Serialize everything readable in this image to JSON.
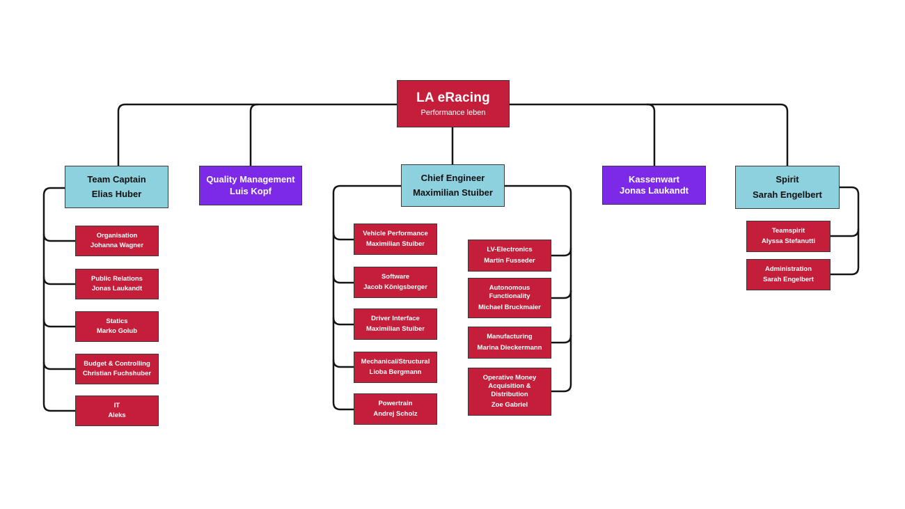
{
  "root": {
    "title": "LA eRacing",
    "subtitle": "Performance leben"
  },
  "leads": [
    {
      "role": "Team Captain",
      "name": "Elias Huber",
      "color": "blue"
    },
    {
      "role": "Quality Management",
      "name": "Luis Kopf",
      "color": "purple"
    },
    {
      "role": "Chief Engineer",
      "name": "Maximilian Stuiber",
      "color": "blue"
    },
    {
      "role": "Kassenwart",
      "name": "Jonas Laukandt",
      "color": "purple"
    },
    {
      "role": "Spirit",
      "name": "Sarah Engelbert",
      "color": "blue"
    }
  ],
  "team_captain_children": [
    {
      "role": "Organisation",
      "name": "Johanna Wagner"
    },
    {
      "role": "Public Relations",
      "name": "Jonas Laukandt"
    },
    {
      "role": "Statics",
      "name": "Marko Golub"
    },
    {
      "role": "Budget & Controlling",
      "name": "Christian Fuchshuber"
    },
    {
      "role": "IT",
      "name": "Aleks"
    }
  ],
  "chief_engineer_children_left": [
    {
      "role": "Vehicle Performance",
      "name": "Maximilian Stuiber"
    },
    {
      "role": "Software",
      "name": "Jacob Königsberger"
    },
    {
      "role": "Driver Interface",
      "name": "Maximilian Stuiber"
    },
    {
      "role": "Mechanical/Structural",
      "name": "Lioba Bergmann"
    },
    {
      "role": "Powertrain",
      "name": "Andrej Scholz"
    }
  ],
  "chief_engineer_children_right": [
    {
      "role": "LV-Electronics",
      "name": "Martin Fusseder"
    },
    {
      "role": "Autonomous Functionality",
      "name": "Michael Bruckmaier"
    },
    {
      "role": "Manufacturing",
      "name": "Marina Dieckermann"
    },
    {
      "role": "Operative Money Acquisition & Distribution",
      "name": "Zoe Gabriel"
    }
  ],
  "spirit_children": [
    {
      "role": "Teamspirit",
      "name": "Alyssa Stefanutti"
    },
    {
      "role": "Administration",
      "name": "Sarah Engelbert"
    }
  ],
  "colors": {
    "red": "#C41E3A",
    "blue": "#8ED1DE",
    "purple": "#7C2AE8",
    "line": "#141414",
    "background": "#FFFFFF"
  }
}
